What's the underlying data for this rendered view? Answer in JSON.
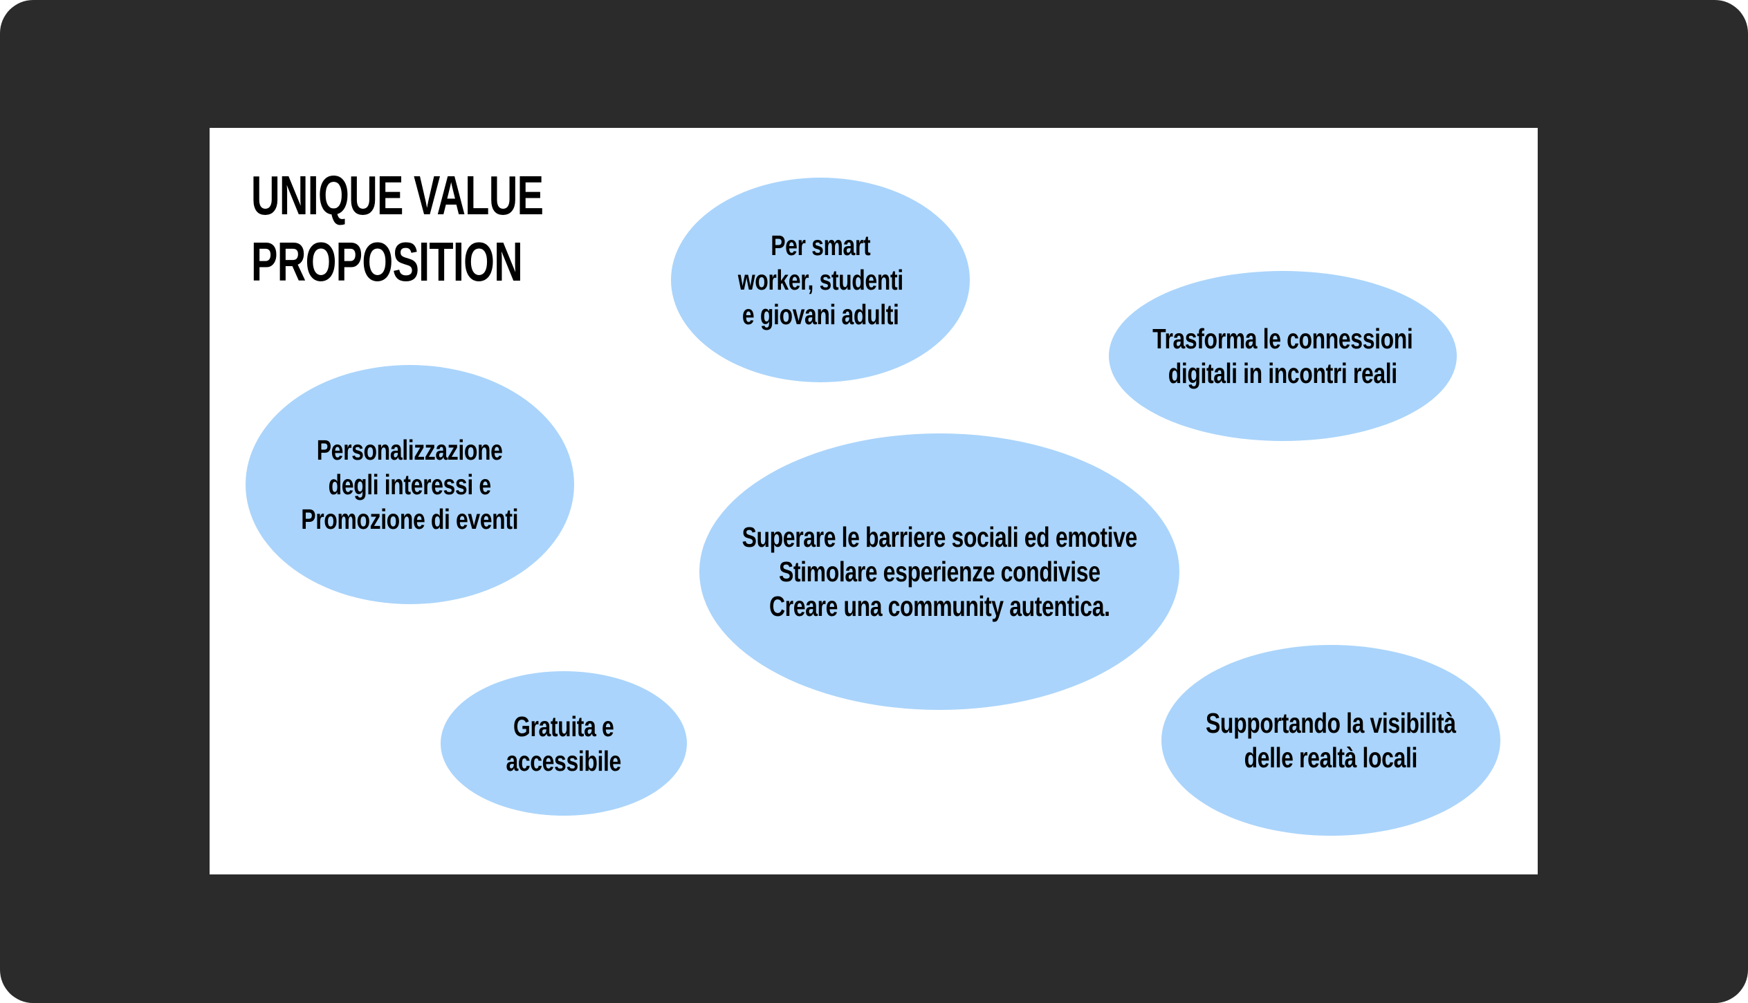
{
  "title": {
    "line1": "UNIQUE VALUE",
    "line2": "PROPOSITION"
  },
  "bubbles": {
    "audience": {
      "lines": [
        "Per smart",
        "worker, studenti",
        "e giovani adulti"
      ]
    },
    "connections": {
      "lines": [
        "Trasforma le connessioni",
        "digitali in incontri reali"
      ]
    },
    "personalization": {
      "lines": [
        "Personalizzazione",
        "degli interessi e",
        "Promozione di eventi"
      ]
    },
    "core": {
      "lines": [
        "Superare le barriere sociali ed emotive",
        "Stimolare esperienze condivise",
        "Creare una community autentica."
      ]
    },
    "free": {
      "lines": [
        "Gratuita e",
        "accessibile"
      ]
    },
    "local": {
      "lines": [
        "Supportando la visibilità",
        "delle realtà locali"
      ]
    }
  },
  "colors": {
    "frame": "#2b2b2b",
    "slide": "#ffffff",
    "bubble": "#aad4fb",
    "text": "#000000"
  }
}
